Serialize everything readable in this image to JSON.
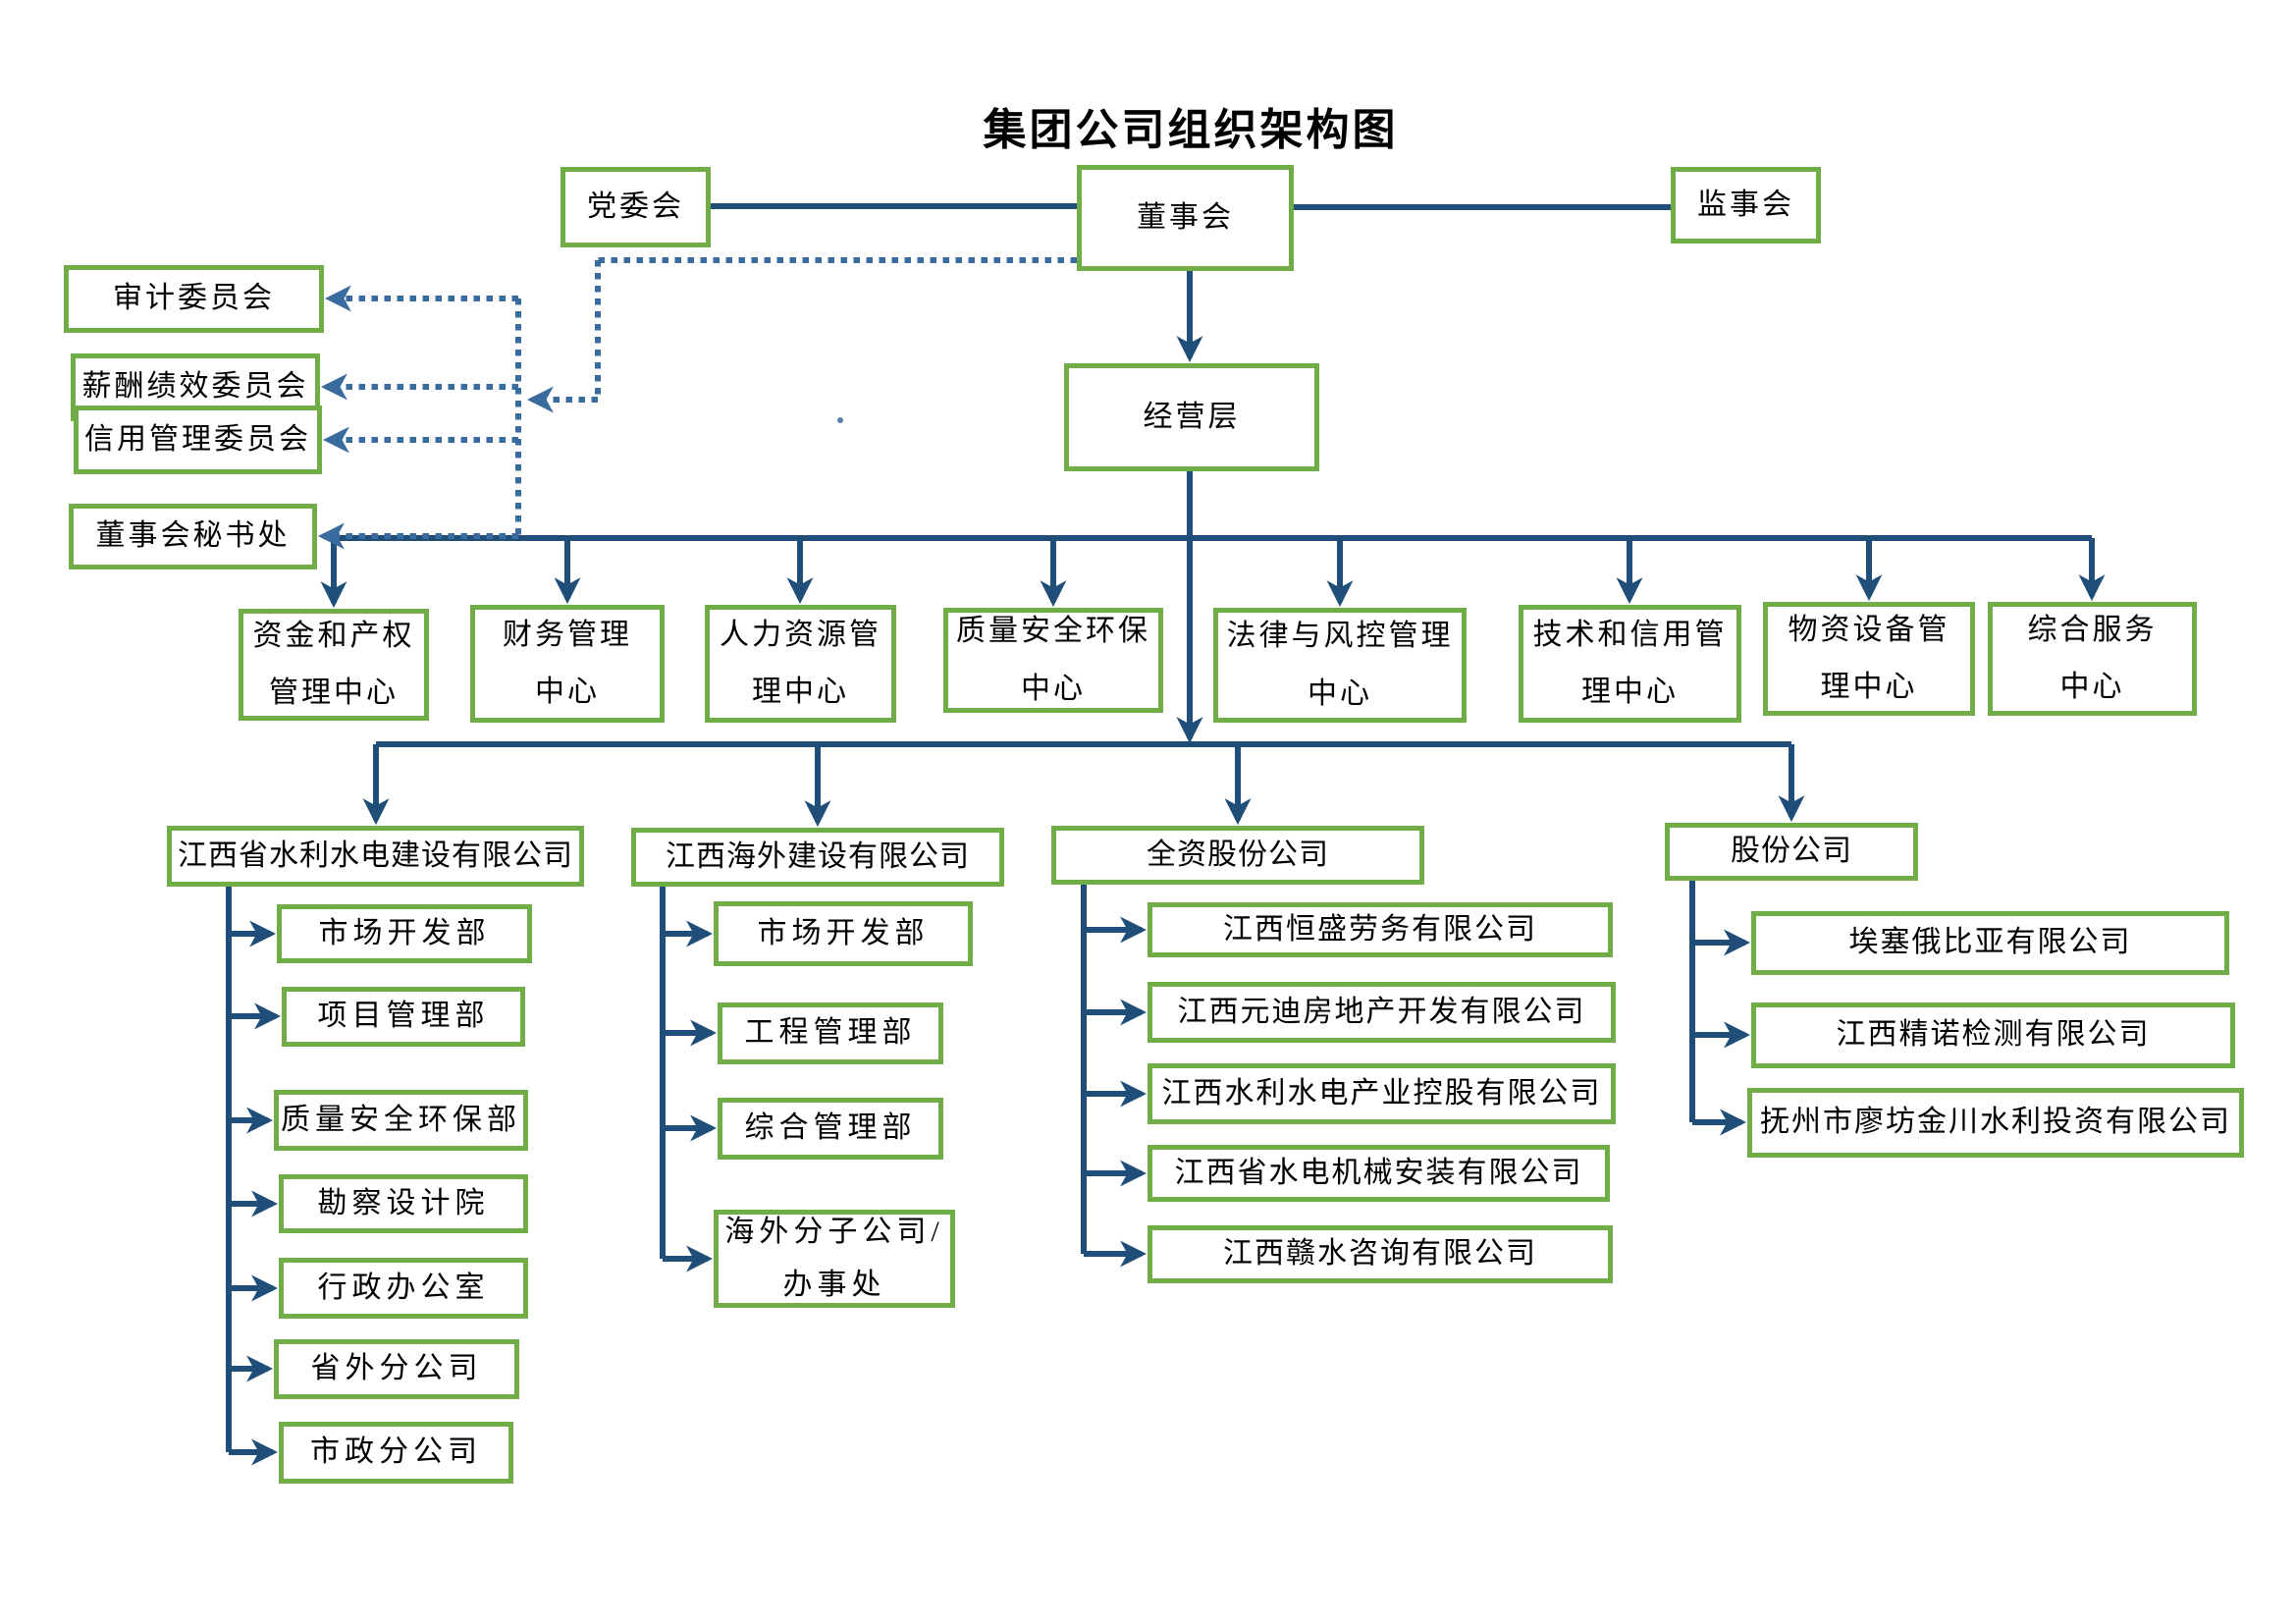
{
  "title": "集团公司组织架构图",
  "top": {
    "party": "党委会",
    "board": "董事会",
    "supervisory": "监事会",
    "management": "经营层"
  },
  "committees": [
    "审计委员会",
    "薪酬绩效委员会",
    "信用管理委员会",
    "董事会秘书处"
  ],
  "centers": [
    "资金和产权\n管理中心",
    "财务管理\n中心",
    "人力资源管\n理中心",
    "质量安全环保\n中心",
    "法律与风控管理\n中心",
    "技术和信用管\n理中心",
    "物资设备管\n理中心",
    "综合服务\n中心"
  ],
  "subsidiaries": [
    {
      "name": "江西省水利水电建设有限公司",
      "children": [
        "市场开发部",
        "项目管理部",
        "质量安全环保部",
        "勘察设计院",
        "行政办公室",
        "省外分公司",
        "市政分公司"
      ]
    },
    {
      "name": "江西海外建设有限公司",
      "children": [
        "市场开发部",
        "工程管理部",
        "综合管理部",
        "海外分子公司/\n办事处"
      ]
    },
    {
      "name": "全资股份公司",
      "children": [
        "江西恒盛劳务有限公司",
        "江西元迪房地产开发有限公司",
        "江西水利水电产业控股有限公司",
        "江西省水电机械安装有限公司",
        "江西赣水咨询有限公司"
      ]
    },
    {
      "name": "股份公司",
      "children": [
        "埃塞俄比亚有限公司",
        "江西精诺检测有限公司",
        "抚州市廖坊金川水利投资有限公司"
      ]
    }
  ],
  "colors": {
    "box_border": "#70AD47",
    "solid_line": "#1F4E79",
    "dotted_line": "#3A6B9E",
    "text": "#000000",
    "background": "#FFFFFF"
  }
}
